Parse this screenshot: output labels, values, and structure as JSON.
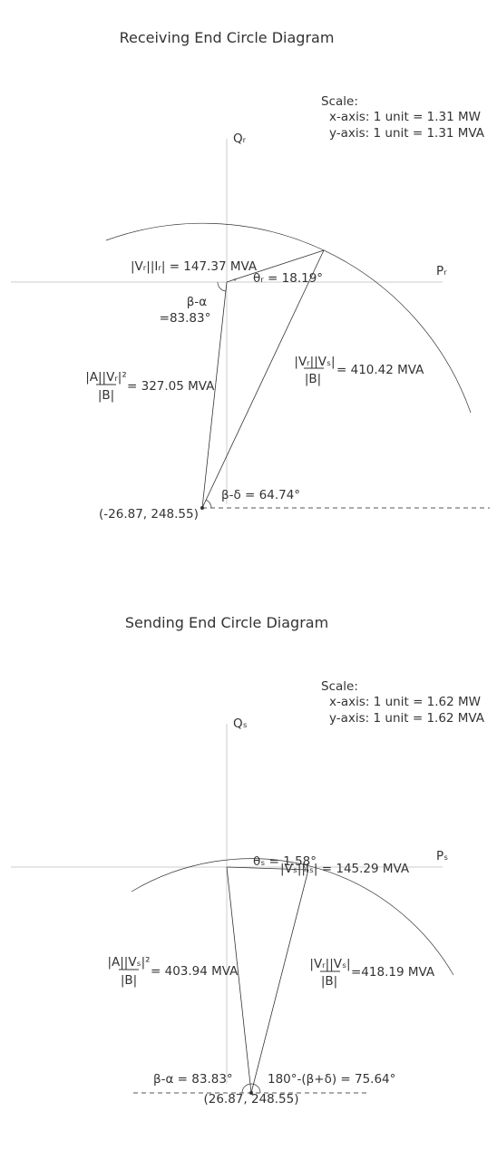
{
  "receiving": {
    "title": "Receiving End Circle Diagram",
    "scale": {
      "heading": "Scale:",
      "x": "x-axis: 1 unit = 1.31 MW",
      "y": "y-axis: 1 unit = 1.31 MVA"
    },
    "axis_y": "Qᵣ",
    "axis_x": "Pᵣ",
    "vr_ir": "|Vᵣ||Iᵣ| = 147.37 MVA",
    "theta": "θᵣ = 18.19°",
    "beta_alpha_1": "β-α",
    "beta_alpha_2": "=83.83°",
    "a_num": "|A||Vᵣ|²",
    "a_den": "|B|",
    "a_val": "= 327.05 MVA",
    "vv_num": "|Vᵣ||Vₛ|",
    "vv_den": "|B|",
    "vv_val": "= 410.42 MVA",
    "beta_delta": "β-δ = 64.74°",
    "center": "(-26.87, 248.55)"
  },
  "sending": {
    "title": "Sending End Circle Diagram",
    "scale": {
      "heading": "Scale:",
      "x": "x-axis: 1 unit = 1.62 MW",
      "y": "y-axis: 1 unit = 1.62 MVA"
    },
    "axis_y": "Qₛ",
    "axis_x": "Pₛ",
    "theta": "θₛ = 1.58°",
    "vs_is": "|Vₛ||Iₛ| = 145.29 MVA",
    "a_num": "|A||Vₛ|²",
    "a_den": "|B|",
    "a_val": "= 403.94 MVA",
    "vv_num": "|Vᵣ||Vₛ|",
    "vv_den": "|B|",
    "vv_val": "=418.19 MVA",
    "beta_alpha": "β-α = 83.83°",
    "angle_180": "180°-(β+δ) = 75.64°",
    "center": "(26.87, 248.55)"
  }
}
